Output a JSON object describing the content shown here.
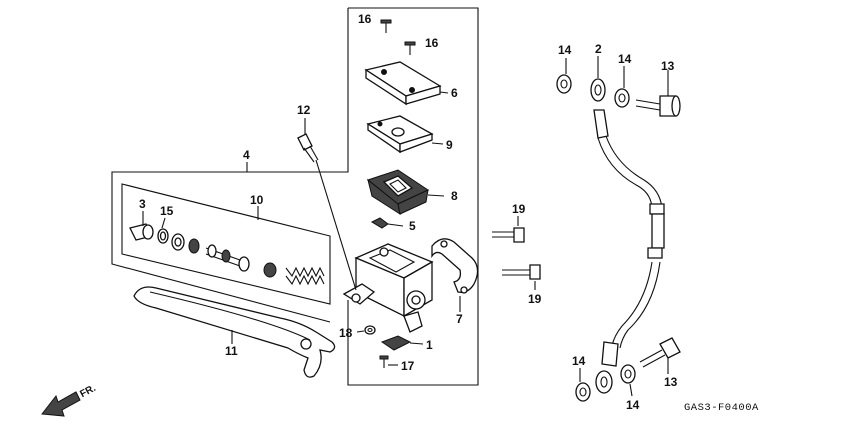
{
  "diagram": {
    "figure_code": "GAS3-F0400A",
    "front_marker": "FR.",
    "callouts": {
      "c1": "1",
      "c2": "2",
      "c3": "3",
      "c4": "4",
      "c5": "5",
      "c6": "6",
      "c7": "7",
      "c8": "8",
      "c9": "9",
      "c10": "10",
      "c11": "11",
      "c12": "12",
      "c13a": "13",
      "c13b": "13",
      "c14a": "14",
      "c14b": "14",
      "c14c": "14",
      "c14d": "14",
      "c15": "15",
      "c16a": "16",
      "c16b": "16",
      "c17": "17",
      "c18": "18",
      "c19a": "19",
      "c19b": "19"
    }
  }
}
